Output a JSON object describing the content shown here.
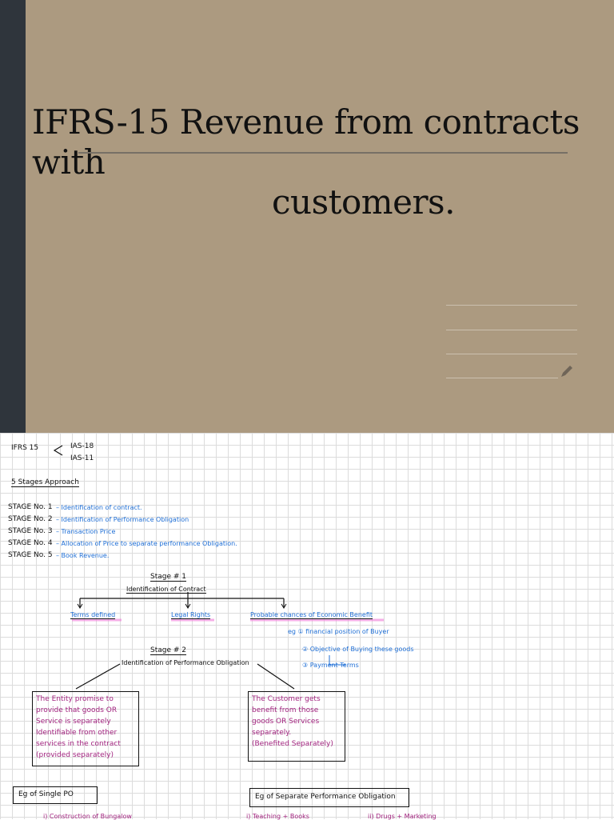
{
  "cover": {
    "title_line1": "IFRS-15 Revenue from contracts with",
    "title_line2": "customers."
  },
  "notes": {
    "header": {
      "ifrs": "IFRS 15",
      "ias_a": "IAS-18",
      "ias_b": "IAS-11",
      "approach": "5 Stages Approach"
    },
    "stages": [
      {
        "label": "STAGE No. 1",
        "desc": "Identification of contract."
      },
      {
        "label": "STAGE No. 2",
        "desc": "Identification of Performance Obligation"
      },
      {
        "label": "STAGE No. 3",
        "desc": "Transaction Price"
      },
      {
        "label": "STAGE No. 4",
        "desc": "Allocation of Price to separate performance Obligation."
      },
      {
        "label": "STAGE No. 5",
        "desc": "Book Revenue."
      }
    ],
    "stage1": {
      "title": "Stage # 1",
      "subtitle": "Identification of Contract",
      "branches": [
        "Terms defined",
        "Legal Rights",
        "Probable chances of Economic Benefit"
      ],
      "examples": [
        "eg ① financial position of Buyer",
        "② Objective of Buying these goods",
        "③ Payment Terms"
      ]
    },
    "stage2": {
      "title": "Stage # 2",
      "subtitle": "Identification of Performance Obligation",
      "left_box": [
        "The Entity promise to",
        "provide that goods OR",
        "Service is separately",
        "Identifiable from other",
        "services in the contract",
        "(provided separately)"
      ],
      "right_box": [
        "The Customer gets",
        "benefit from those",
        "goods OR Services",
        "separately.",
        "(Benefited Separately)"
      ]
    },
    "examples": {
      "single_po": "Eg of Single PO",
      "separate_po": "Eg of Separate Performance Obligation",
      "item_left": "i) Construction of Bungalow",
      "item_mid": "i) Teaching + Books",
      "item_right": "ii) Drugs + Marketing"
    }
  }
}
